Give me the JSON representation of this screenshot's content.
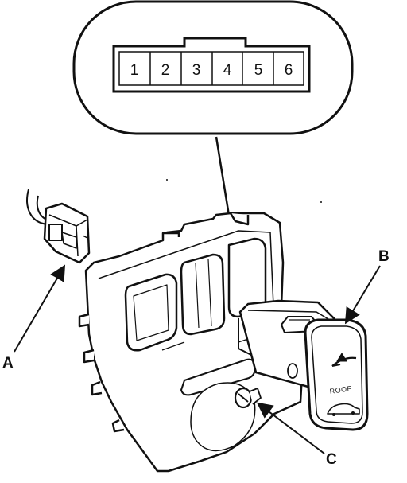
{
  "connector": {
    "pins": [
      "1",
      "2",
      "3",
      "4",
      "5",
      "6"
    ]
  },
  "callouts": {
    "a": "A",
    "b": "B",
    "c": "C"
  },
  "switch": {
    "label": "ROOF"
  }
}
